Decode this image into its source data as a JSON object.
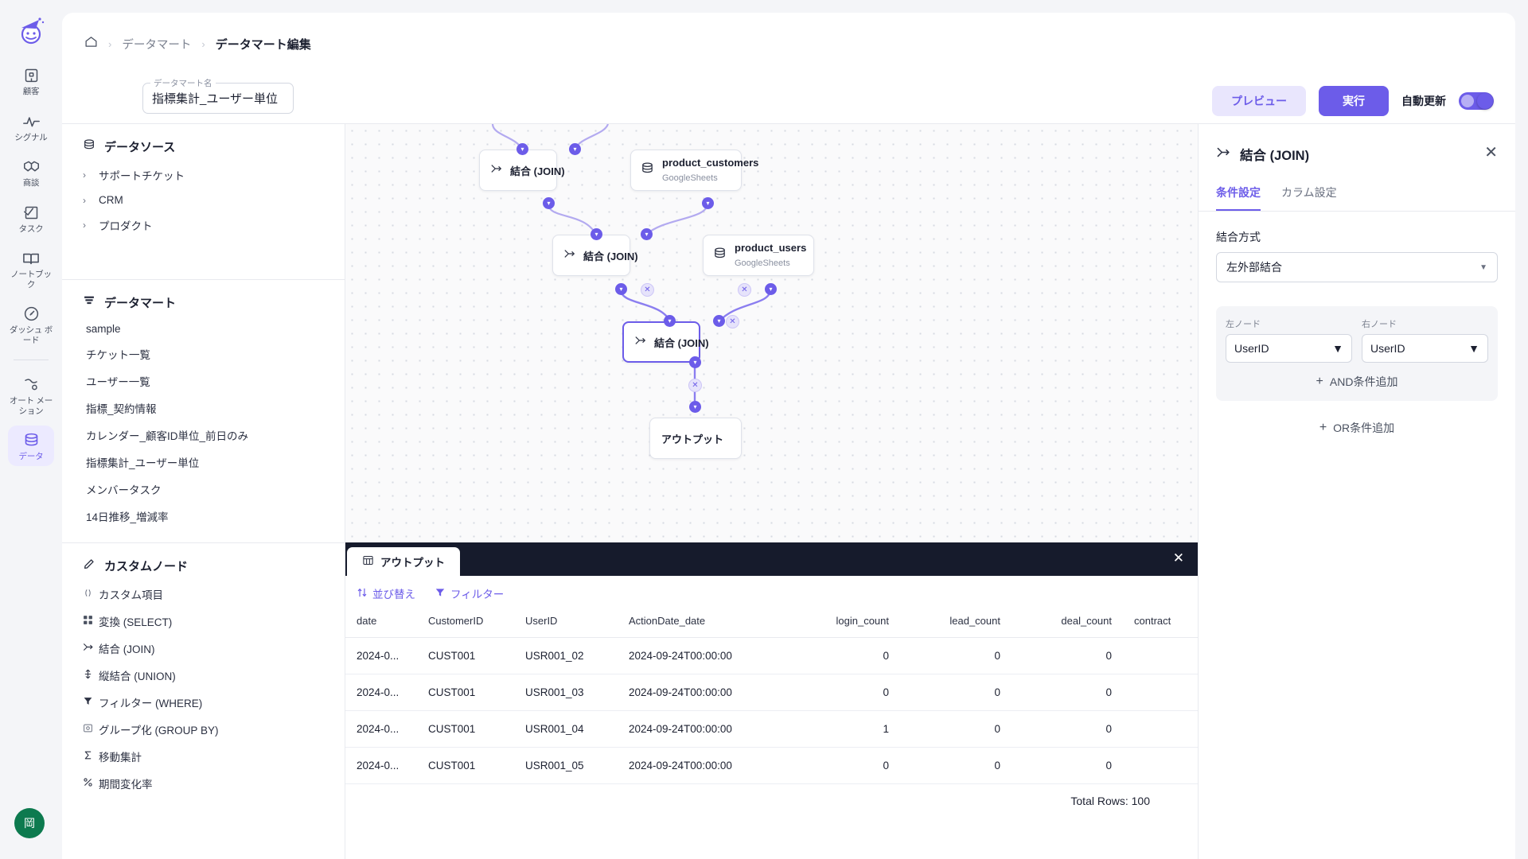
{
  "rail": {
    "logo_icon": "app-logo-icon",
    "items": [
      {
        "label": "顧客",
        "icon": "building-icon",
        "active": false
      },
      {
        "label": "シグナル",
        "icon": "pulse-icon",
        "active": false
      },
      {
        "label": "商談",
        "icon": "handshake-icon",
        "active": false
      },
      {
        "label": "タスク",
        "icon": "checksquare-icon",
        "active": false
      },
      {
        "label": "ノートブック",
        "icon": "book-icon",
        "active": false
      },
      {
        "label": "ダッシュ\nボード",
        "icon": "gauge-icon",
        "active": false
      },
      {
        "label": "オート\nメーション",
        "icon": "automation-icon",
        "active": false
      },
      {
        "label": "データ",
        "icon": "database-icon",
        "active": true
      }
    ],
    "avatar": "岡"
  },
  "header": {
    "breadcrumb": {
      "home_icon": "home-icon",
      "link": "データマート",
      "current": "データマート編集"
    },
    "name_field": {
      "legend": "データマート名",
      "value": "指標集計_ユーザー単位"
    },
    "preview_label": "プレビュー",
    "run_label": "実行",
    "auto_refresh_label": "自動更新",
    "auto_refresh_on": true
  },
  "left_panel": {
    "datasource": {
      "icon": "database-icon",
      "title": "データソース",
      "items": [
        "サポートチケット",
        "CRM",
        "プロダクト"
      ]
    },
    "datamart": {
      "icon": "datamart-icon",
      "title": "データマート",
      "items": [
        "sample",
        "チケット一覧",
        "ユーザー一覧",
        "指標_契約情報",
        "カレンダー_顧客ID単位_前日のみ",
        "指標集計_ユーザー単位",
        "メンバータスク",
        "14日推移_増減率"
      ]
    },
    "customnode": {
      "icon": "pencil-icon",
      "title": "カスタムノード",
      "items": [
        {
          "label": "カスタム項目",
          "icon": "code-icon"
        },
        {
          "label": "変換 (SELECT)",
          "icon": "grid-icon"
        },
        {
          "label": "結合 (JOIN)",
          "icon": "join-icon"
        },
        {
          "label": "縦結合 (UNION)",
          "icon": "union-icon"
        },
        {
          "label": "フィルター (WHERE)",
          "icon": "funnel-icon"
        },
        {
          "label": "グループ化 (GROUP BY)",
          "icon": "groupby-icon"
        },
        {
          "label": "移動集計",
          "icon": "sigma-icon"
        },
        {
          "label": "期間変化率",
          "icon": "percent-icon"
        }
      ]
    }
  },
  "canvas": {
    "nodes": [
      {
        "id": "join1",
        "type": "join",
        "label": "結合 (JOIN)",
        "icon": "join-icon",
        "selected": false
      },
      {
        "id": "src_customers",
        "type": "source",
        "title": "product_customers",
        "subtitle": "GoogleSheets",
        "icon": "database-icon"
      },
      {
        "id": "join2",
        "type": "join",
        "label": "結合 (JOIN)",
        "icon": "join-icon",
        "selected": false
      },
      {
        "id": "src_users",
        "type": "source",
        "title": "product_users",
        "subtitle": "GoogleSheets",
        "icon": "database-icon"
      },
      {
        "id": "join3",
        "type": "join",
        "label": "結合 (JOIN)",
        "icon": "join-icon",
        "selected": true
      },
      {
        "id": "output",
        "type": "output",
        "label": "アウトプット"
      }
    ]
  },
  "output_drawer": {
    "tab_label": "アウトプット",
    "tab_icon": "table-icon",
    "close_icon": "close-icon",
    "tools": [
      {
        "label": "並び替え",
        "icon": "sort-icon"
      },
      {
        "label": "フィルター",
        "icon": "filter-icon"
      }
    ],
    "columns": [
      "date",
      "CustomerID",
      "UserID",
      "ActionDate_date",
      "login_count",
      "lead_count",
      "deal_count",
      "contract"
    ],
    "rows": [
      [
        "2024-0...",
        "CUST001",
        "USR001_02",
        "2024-09-24T00:00:00",
        "0",
        "0",
        "0",
        ""
      ],
      [
        "2024-0...",
        "CUST001",
        "USR001_03",
        "2024-09-24T00:00:00",
        "0",
        "0",
        "0",
        ""
      ],
      [
        "2024-0...",
        "CUST001",
        "USR001_04",
        "2024-09-24T00:00:00",
        "1",
        "0",
        "0",
        ""
      ],
      [
        "2024-0...",
        "CUST001",
        "USR001_05",
        "2024-09-24T00:00:00",
        "0",
        "0",
        "0",
        ""
      ]
    ],
    "total_rows": "Total Rows: 100"
  },
  "right_panel": {
    "title": "結合 (JOIN)",
    "title_icon": "join-icon",
    "close_icon": "close-icon",
    "tabs": [
      {
        "label": "条件設定",
        "active": true
      },
      {
        "label": "カラム設定",
        "active": false
      }
    ],
    "join_type_label": "結合方式",
    "join_type_value": "左外部結合",
    "left_node_label": "左ノード",
    "left_node_value": "UserID",
    "right_node_label": "右ノード",
    "right_node_value": "UserID",
    "add_and_label": "AND条件追加",
    "add_or_label": "OR条件追加"
  },
  "colors": {
    "accent": "#6c5ce9",
    "accent_soft": "#e9e6fd",
    "dark": "#161b2c",
    "avatar": "#0d7a4f"
  }
}
